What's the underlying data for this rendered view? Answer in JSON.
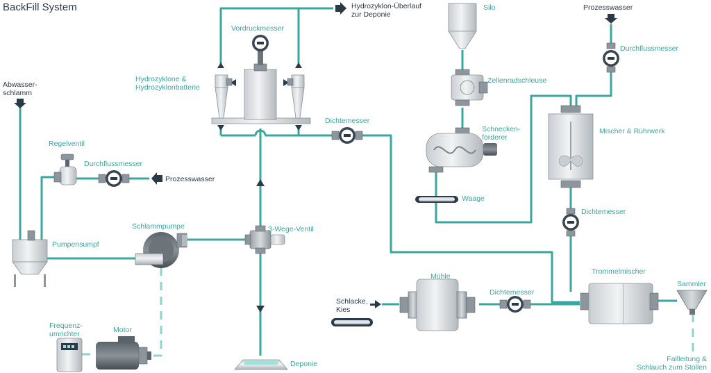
{
  "title": "BackFill System",
  "labels": {
    "abwasser": "Abwasser-\nschlamm",
    "regelventil": "Regelventil",
    "durchfluss_left": "Durchflussmesser",
    "prozesswasser_left": "Prozesswasser",
    "pumpensumpf": "Pumpensumpf",
    "schlammpumpe": "Schlammpumpe",
    "frequenz": "Frequenz-\numrichter",
    "motor": "Motor",
    "vordruck": "Vordruckmesser",
    "hydrozyklone": "Hydrozyklone &\nHydrozyklonbatterie",
    "ueberlauf": "Hydrozyklon-Überlauf\nzur Deponie",
    "dichte_top": "Dichtemesser",
    "dreiwege": "3-Wege-Ventil",
    "deponie": "Deponie",
    "silo": "Silo",
    "zellenrad": "Zellenradschleuse",
    "schnecken": "Schnecken-\nförderer",
    "waage": "Waage",
    "prozesswasser_right": "Prozesswasser",
    "durchfluss_right": "Durchflussmesser",
    "mischer": "Mischer & Rührwerk",
    "dichte_right": "Dichtemesser",
    "schlacke": "Schlacke,\nKies",
    "muehle": "Mühle",
    "dichte_bottom": "Dichtemesser",
    "trommel": "Trommelmischer",
    "sammler": "Sammler",
    "fallleitung": "Fallleitung &\nSchlauch zum Stollen"
  },
  "colors": {
    "pipe": "#3aa79e",
    "pipe_dashed": "#8fd3cc",
    "label_teal": "#3aa79e",
    "label_dark": "#2b3a48"
  }
}
